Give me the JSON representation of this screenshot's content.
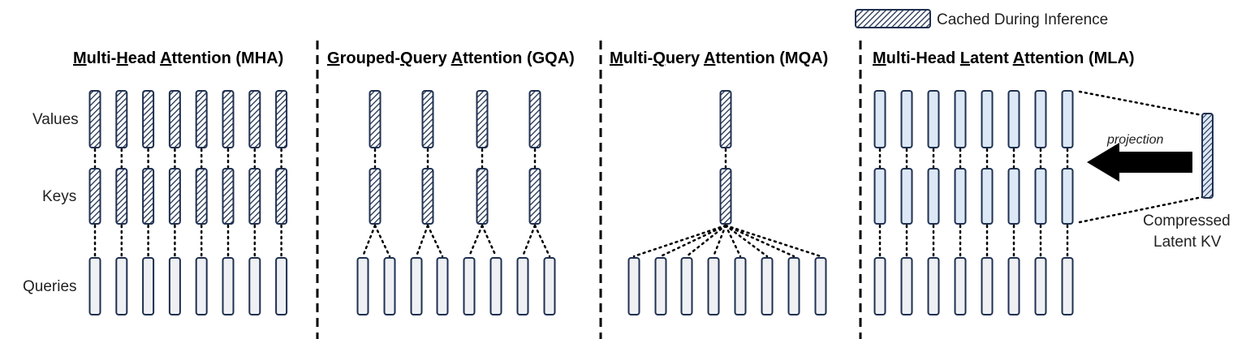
{
  "legend": {
    "label": "Cached During Inference"
  },
  "row_labels": {
    "values": "Values",
    "keys": "Keys",
    "queries": "Queries"
  },
  "panels": [
    {
      "id": "mha",
      "title_segments": [
        {
          "t": "M",
          "u": true
        },
        {
          "t": "ulti-",
          "u": false
        },
        {
          "t": "H",
          "u": true
        },
        {
          "t": "ead ",
          "u": false
        },
        {
          "t": "A",
          "u": true
        },
        {
          "t": "ttention (MHA)",
          "u": false
        }
      ]
    },
    {
      "id": "gqa",
      "title_segments": [
        {
          "t": "G",
          "u": true
        },
        {
          "t": "rouped-",
          "u": false
        },
        {
          "t": "Q",
          "u": true
        },
        {
          "t": "uery ",
          "u": false
        },
        {
          "t": "A",
          "u": true
        },
        {
          "t": "ttention (GQA)",
          "u": false
        }
      ]
    },
    {
      "id": "mqa",
      "title_segments": [
        {
          "t": "M",
          "u": true
        },
        {
          "t": "ulti-",
          "u": false
        },
        {
          "t": "Q",
          "u": true
        },
        {
          "t": "uery ",
          "u": false
        },
        {
          "t": "A",
          "u": true
        },
        {
          "t": "ttention (MQA)",
          "u": false
        }
      ]
    },
    {
      "id": "mla",
      "title_segments": [
        {
          "t": "M",
          "u": true
        },
        {
          "t": "ulti-Head ",
          "u": false
        },
        {
          "t": "L",
          "u": true
        },
        {
          "t": "atent ",
          "u": false
        },
        {
          "t": "A",
          "u": true
        },
        {
          "t": "ttention (MLA)",
          "u": false
        }
      ]
    }
  ],
  "mla": {
    "projection_label": "projection",
    "latent_label_line1": "Compressed",
    "latent_label_line2": "Latent KV"
  },
  "colors": {
    "outline": "#1f3050",
    "query_fill": "#eef0f4",
    "mla_fill": "#dce8f6",
    "hatch": "#1f3050"
  }
}
